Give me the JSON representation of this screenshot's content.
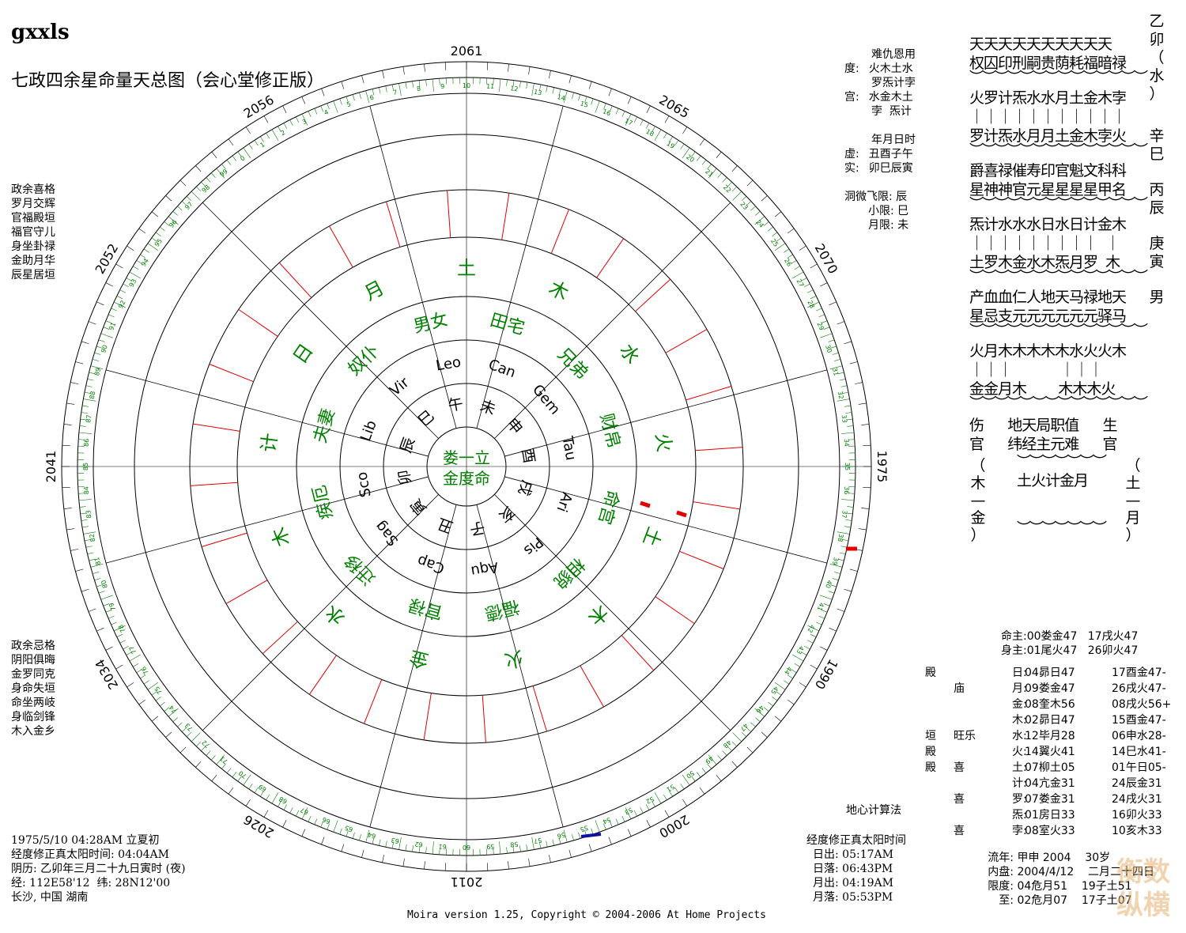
{
  "header": {
    "app_title": "gxxls",
    "chart_title": "七政四余星命量天总图（会心堂修正版）"
  },
  "year_labels": [
    "2061",
    "2065",
    "2070",
    "1975",
    "1990",
    "2000",
    "2011",
    "2026",
    "2034",
    "2041",
    "2052",
    "2056"
  ],
  "inner_center": {
    "line1": "娄一立",
    "line2": "金度命"
  },
  "zodiac_signs": [
    "Leo",
    "Can",
    "Gem",
    "Tau",
    "Ari",
    "Pis",
    "Aqu",
    "Cap",
    "Sag",
    "Sco",
    "Lib",
    "Vir"
  ],
  "palaces": [
    "男女",
    "田宅",
    "兄弟",
    "财帛",
    "命宫",
    "相貌",
    "福德",
    "官禄",
    "迁移",
    "疾厄",
    "夫妻",
    "奴仆"
  ],
  "branches": [
    "午",
    "未",
    "申",
    "酉",
    "戌",
    "亥",
    "子",
    "丑",
    "寅",
    "卯",
    "辰",
    "巳"
  ],
  "elements_ring": [
    "土",
    "木",
    "水",
    "火",
    "土",
    "木",
    "火",
    "金",
    "水",
    "木",
    "计",
    "日",
    "月"
  ],
  "left_top_block": [
    "政余喜格",
    "罗月交辉",
    "官福殿垣",
    "福官守儿",
    "身坐卦禄",
    "金助月华",
    "辰星居垣"
  ],
  "left_bottom_block": [
    "政余忌格",
    "阴阳俱晦",
    "金罗同克",
    "身命失垣",
    "命坐两岐",
    "身临剑锋",
    "木入金乡"
  ],
  "birth_info": [
    "1975/5/10 04:28AM 立夏初",
    "经度修正真太阳时间: 04:04AM",
    "阴历: 乙卯年三月二十九日寅时 (夜)",
    "经: 112E58'12  纬: 28N12'00",
    "长沙, 中国 湖南"
  ],
  "top_right_info": {
    "col_headers": "难仇恩用",
    "du_label": "度:",
    "du_vals": "火木土水",
    "du_vals2": "罗炁计孛",
    "gong_label": "宫:",
    "gong_vals": "水金木土",
    "gong_vals2": "孛  炁计",
    "nyrs_header": "年月日时",
    "xu_label": "虚:",
    "xu_vals": "丑酉子午",
    "shi_label": "实:",
    "shi_vals": "卯巳辰寅",
    "feixian_label": "洞微飞限:",
    "feixian_val": "辰",
    "xiaoxian_label": "小限:",
    "xiaoxian_val": "巳",
    "yuexian_label": "月限:",
    "yuexian_val": "未"
  },
  "di_xin": "地心计算法",
  "sun_times": {
    "title": "经度修正真太阳时间",
    "rows": [
      "日出: 05:17AM",
      "日落: 06:43PM",
      "月出: 04:19AM",
      "月落: 05:53PM"
    ]
  },
  "ming_shen": [
    {
      "label": "命主:",
      "a": "00娄金47",
      "b": "17戌火47"
    },
    {
      "label": "身主:",
      "a": "01尾火47",
      "b": "26卯火47"
    }
  ],
  "planet_table": [
    {
      "tag1": "殿",
      "tag2": "",
      "label": "日:",
      "a": "04昴日47",
      "b": "17酉金47-"
    },
    {
      "tag1": "",
      "tag2": "庙",
      "label": "月:",
      "a": "09娄金47",
      "b": "26戌火47-"
    },
    {
      "tag1": "",
      "tag2": "",
      "label": "金:",
      "a": "08奎木56",
      "b": "08戌火56+"
    },
    {
      "tag1": "",
      "tag2": "",
      "label": "木:",
      "a": "02昴日47",
      "b": "15酉金47-"
    },
    {
      "tag1": "垣",
      "tag2": "旺乐",
      "label": "水:",
      "a": "12毕月28",
      "b": "06申水28-"
    },
    {
      "tag1": "殿",
      "tag2": "",
      "label": "火:",
      "a": "14翼火41",
      "b": "14巳水41-"
    },
    {
      "tag1": "殿",
      "tag2": "喜",
      "label": "土:",
      "a": "07柳土05",
      "b": "01午日05-"
    },
    {
      "tag1": "",
      "tag2": "",
      "label": "计:",
      "a": "04亢金31",
      "b": "24辰金31"
    },
    {
      "tag1": "",
      "tag2": "喜",
      "label": "罗:",
      "a": "07娄金31",
      "b": "24戌火31"
    },
    {
      "tag1": "",
      "tag2": "",
      "label": "炁:",
      "a": "01房日33",
      "b": "16卯火33"
    },
    {
      "tag1": "",
      "tag2": "喜",
      "label": "孛:",
      "a": "08室火33",
      "b": "10亥木33"
    }
  ],
  "liu_nian": [
    {
      "label": "流年:",
      "value": "甲申 2004    30岁"
    },
    {
      "label": "内盘:",
      "value": "2004/4/12    二月二十四日"
    },
    {
      "label": "限度:",
      "value": "04危月51    19子土51"
    },
    {
      "label": "至:",
      "value": "02危月07    17子土07"
    }
  ],
  "right_grid": {
    "row1_top": "天天天天天天天天天天",
    "row1_bot": "权囚印刑嗣贵荫耗福暗禄",
    "row2_top": "火罗计炁水水月土金木孛",
    "row2_mid": "｜｜｜｜｜｜｜｜｜｜｜",
    "row2_bot": "罗计炁水月月土金木孛火",
    "row3_top": "爵喜禄催寿印官魁文科科",
    "row3_bot": "星神神官元星星星星甲名",
    "row4_top": "炁计水水水日水日计金木",
    "row4_mid": "｜｜｜｜｜｜｜｜｜  ｜",
    "row4_bot": "土罗木金水木炁月罗  木",
    "row5_top": "产血血仁人地天马禄地天",
    "row5_bot": "星忌支元元元元元元驿马",
    "row6_top": "火月木木木木木水火火木",
    "row6_mid": "｜｜｜            ｜｜｜",
    "row6_bot": "金金月木        木木木火",
    "row7_top": "伤      地天局职值      生",
    "row7_bot": "官      纬经主元难      官",
    "row8_mid": "土火计金月",
    "side_left": [
      "（",
      "木",
      "—",
      "金",
      "）"
    ],
    "side_right": [
      "（",
      "土",
      "—",
      "月",
      "）"
    ]
  },
  "right_column": [
    "乙",
    "卯",
    "（",
    "水",
    "）",
    "辛",
    "巳",
    "丙",
    "辰",
    "庚",
    "寅",
    "男"
  ],
  "footer": "Moira version 1.25, Copyright © 2004-2006 At Home Projects",
  "watermark": "衡数纵横",
  "colors": {
    "green": "#008000",
    "blue": "#1010a0",
    "red": "#e00000",
    "black": "#000000"
  }
}
